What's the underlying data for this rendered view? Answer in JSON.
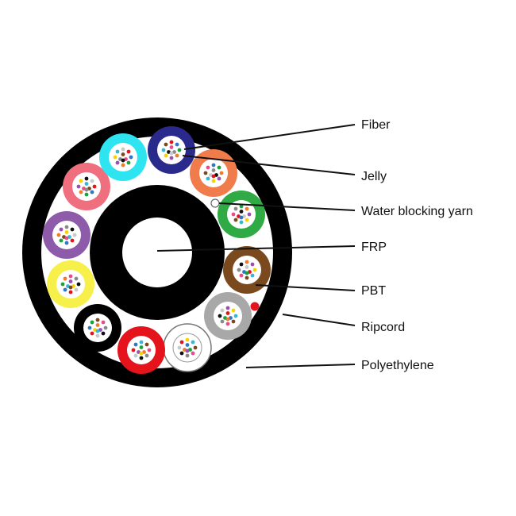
{
  "labels": {
    "fiber": "Fiber",
    "jelly": "Jelly",
    "water_blocking_yarn": "Water blocking yarn",
    "frp": "FRP",
    "pbt": "PBT",
    "ripcord": "Ripcord",
    "polyethylene": "Polyethylene"
  },
  "colors": {
    "jacket": "#000000",
    "ripcord": "#e5141c",
    "fiber_palette": [
      "#e5141c",
      "#2f78c8",
      "#19a33a",
      "#f07b2a",
      "#9b4fb0",
      "#f5d400",
      "#38b6d8",
      "#7a4a1e",
      "#ec4b8a",
      "#8a8a8a",
      "#111111",
      "#c9c9c9"
    ]
  },
  "tubes": [
    {
      "name": "blue-tube",
      "color": "#2a2a8c"
    },
    {
      "name": "orange-tube",
      "color": "#f07c4c"
    },
    {
      "name": "green-tube",
      "color": "#2faa44"
    },
    {
      "name": "brown-tube",
      "color": "#7a4a1e"
    },
    {
      "name": "gray-tube",
      "color": "#a8a8a8"
    },
    {
      "name": "white-tube",
      "color": "#ffffff"
    },
    {
      "name": "red-tube",
      "color": "#e5141c"
    },
    {
      "name": "black-tube",
      "color": "#000000"
    },
    {
      "name": "yellow-tube",
      "color": "#f8f04a"
    },
    {
      "name": "violet-tube",
      "color": "#8e5aaa"
    },
    {
      "name": "pink-tube",
      "color": "#ef6f7f"
    },
    {
      "name": "aqua-tube",
      "color": "#2ee4f0"
    }
  ]
}
